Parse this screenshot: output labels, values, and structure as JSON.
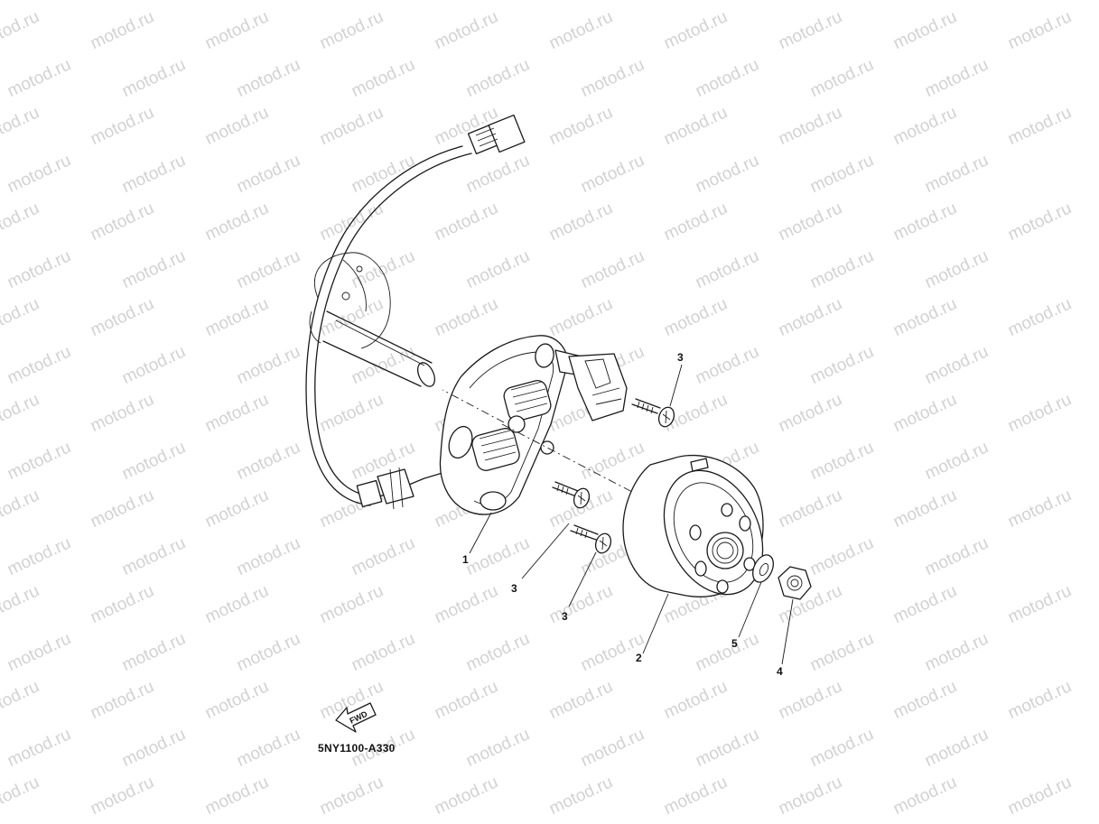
{
  "watermark": {
    "text": "motod.ru",
    "color": "#d2d2d2"
  },
  "diagram_code": "5NY1100-A330",
  "fwd_label": "FWD",
  "callouts": {
    "part1": "1",
    "part2": "2",
    "part3a": "3",
    "part3b": "3",
    "part3c": "3",
    "part4": "4",
    "part5": "5"
  }
}
